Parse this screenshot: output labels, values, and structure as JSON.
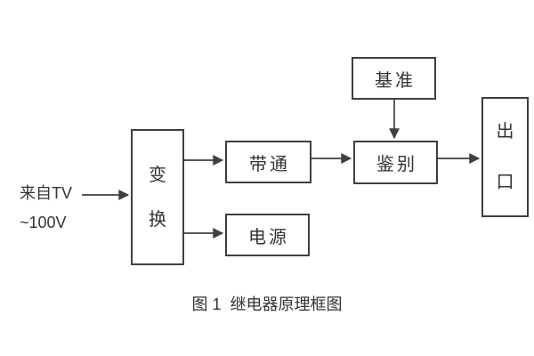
{
  "diagram": {
    "kind": "block-diagram",
    "caption": "图 1  继电器原理框图",
    "input_label": {
      "line1": "来自TV",
      "line2": "~100V"
    },
    "blocks": {
      "transform": {
        "label": "变换",
        "chars": [
          "变",
          "换"
        ],
        "orientation": "vertical"
      },
      "bandpass": {
        "label": "带通",
        "orientation": "horizontal"
      },
      "power": {
        "label": "电源",
        "orientation": "horizontal"
      },
      "reference": {
        "label": "基准",
        "orientation": "horizontal"
      },
      "discriminator": {
        "label": "鉴别",
        "orientation": "horizontal"
      },
      "output": {
        "label": "出口",
        "chars": [
          "出",
          "口"
        ],
        "orientation": "vertical"
      }
    },
    "connections": [
      {
        "from": "input-label",
        "to": "transform"
      },
      {
        "from": "transform",
        "to": "bandpass"
      },
      {
        "from": "transform",
        "to": "power"
      },
      {
        "from": "bandpass",
        "to": "discriminator"
      },
      {
        "from": "reference",
        "to": "discriminator"
      },
      {
        "from": "discriminator",
        "to": "output"
      }
    ],
    "colors": {
      "line": "#3f3f3f",
      "text": "#333333",
      "background": "#ffffff"
    }
  }
}
